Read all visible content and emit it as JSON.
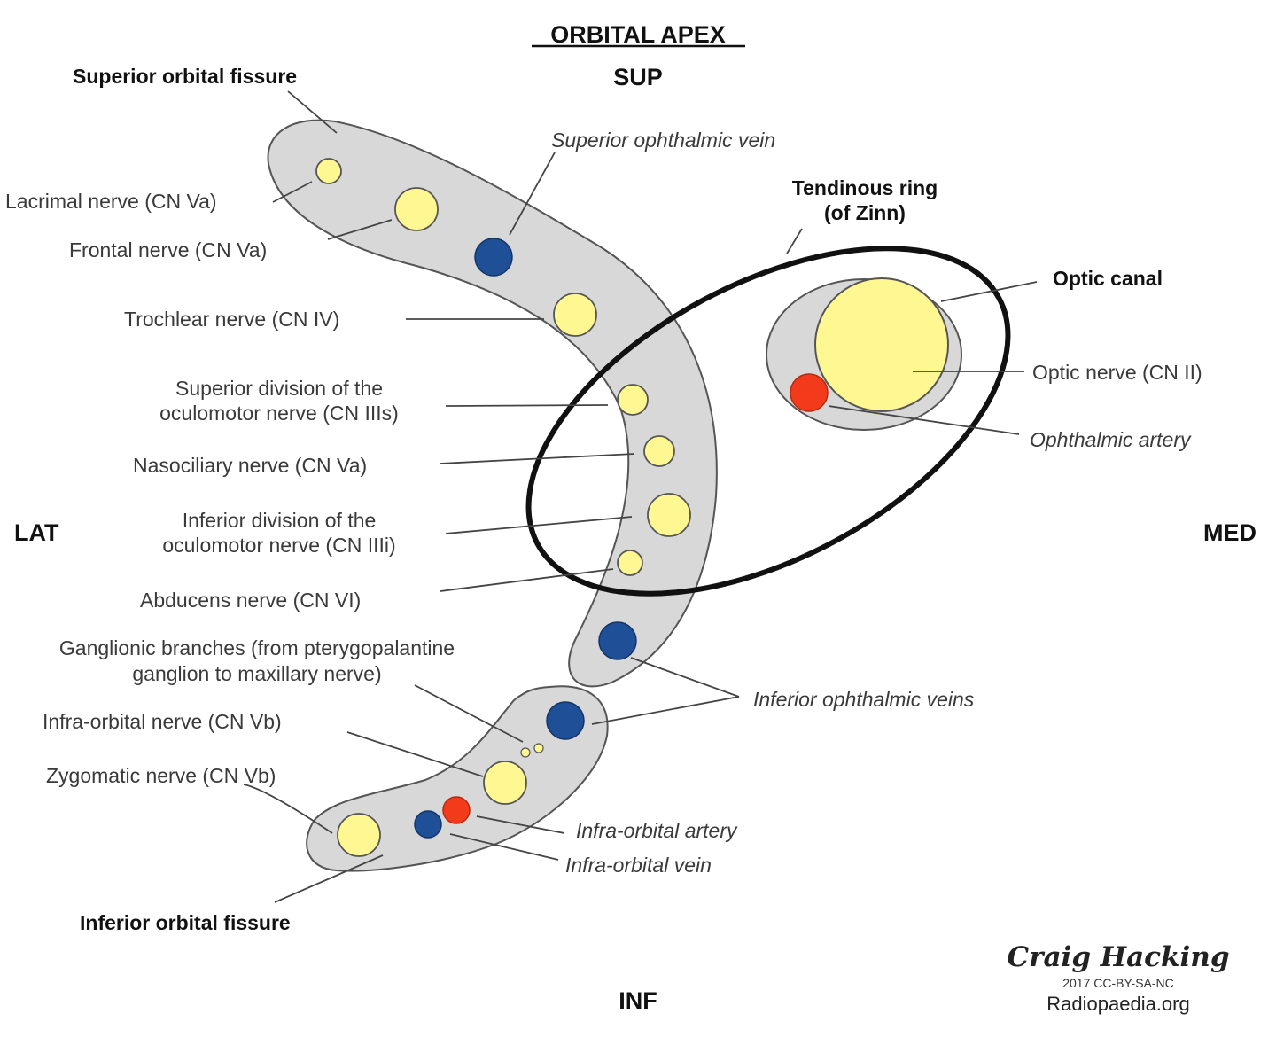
{
  "title": "ORBITAL APEX",
  "directions": {
    "sup": "SUP",
    "inf": "INF",
    "lat": "LAT",
    "med": "MED"
  },
  "labels": {
    "superior_orbital_fissure": "Superior orbital fissure",
    "inferior_orbital_fissure": "Inferior orbital fissure",
    "tendinous_ring_1": "Tendinous ring",
    "tendinous_ring_2": "(of Zinn)",
    "optic_canal": "Optic canal",
    "optic_nerve": "Optic nerve (CN II)",
    "ophthalmic_artery": "Ophthalmic artery",
    "superior_ophthalmic_vein": "Superior ophthalmic vein",
    "lacrimal_nerve": "Lacrimal nerve (CN Va)",
    "frontal_nerve": "Frontal nerve (CN Va)",
    "trochlear_nerve": "Trochlear nerve (CN IV)",
    "sup_oculomotor_1": "Superior division of the",
    "sup_oculomotor_2": "oculomotor nerve (CN IIIs)",
    "nasociliary_nerve": "Nasociliary nerve (CN Va)",
    "inf_oculomotor_1": "Inferior division of the",
    "inf_oculomotor_2": "oculomotor nerve (CN IIIi)",
    "abducens_nerve": "Abducens nerve (CN VI)",
    "ganglionic_1": "Ganglionic branches (from pterygopalantine",
    "ganglionic_2": "ganglion to maxillary nerve)",
    "infraorbital_nerve": "Infra-orbital nerve (CN Vb)",
    "zygomatic_nerve": "Zygomatic nerve (CN Vb)",
    "inferior_ophthalmic_veins": "Inferior ophthalmic veins",
    "infraorbital_artery": "Infra-orbital artery",
    "infraorbital_vein": "Infra-orbital vein"
  },
  "credit": {
    "signature": "Craig Hacking",
    "license": "2017 CC-BY-SA-NC",
    "site": "Radiopaedia.org"
  },
  "colors": {
    "nerve": "#fef792",
    "vein": "#1f4f97",
    "artery": "#f33b1c",
    "fissure_fill": "#d8d8d8",
    "outline": "#555555"
  }
}
